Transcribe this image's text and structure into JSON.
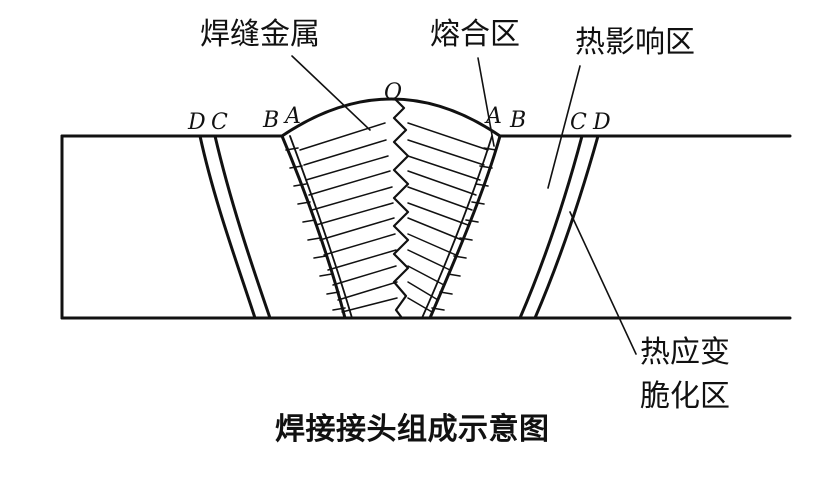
{
  "labels": {
    "weld_metal": "焊缝金属",
    "fusion_zone": "熔合区",
    "haz": "热影响区",
    "embrittle_line1": "热应变",
    "embrittle_line2": "脆化区"
  },
  "letters": {
    "top_center": "O",
    "left_D": "D",
    "left_C": "C",
    "left_B": "B",
    "left_A": "A",
    "right_A": "A",
    "right_B": "B",
    "right_C": "C",
    "right_D": "D"
  },
  "caption": "焊接接头组成示意图",
  "colors": {
    "ink": "#111111",
    "background": "#ffffff"
  }
}
